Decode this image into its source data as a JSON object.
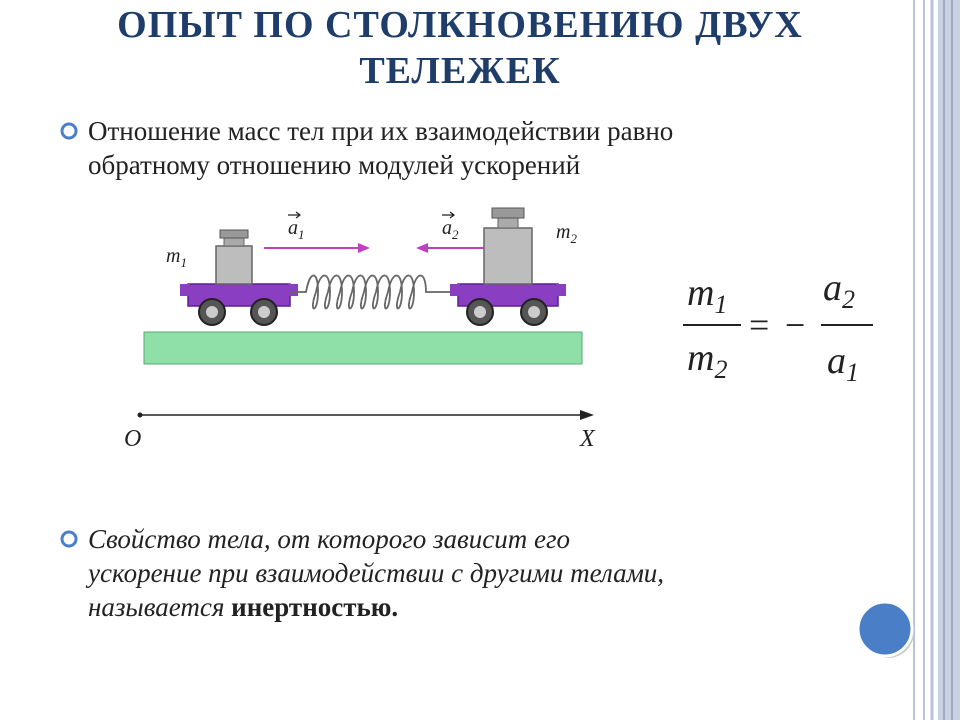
{
  "slide": {
    "title_line1": "ОПЫТ ПО СТОЛКНОВЕНИЮ ДВУХ",
    "title_line2": "ТЕЛЕЖЕК",
    "bullet1_line1": "Отношение масс тел при их взаимодействии равно",
    "bullet1_line2": "обратному отношению модулей ускорений",
    "bullet2_line1": "Свойство тела, от которого зависит его",
    "bullet2_line2": "ускорение при взаимодействии с другими телами,",
    "bullet2_line3_plain": "называется ",
    "bullet2_line3_bold": "инертностью."
  },
  "diagram": {
    "m1_label": "m",
    "m1_sub": "1",
    "m2_label": "m",
    "m2_sub": "2",
    "a1_label": "a",
    "a1_sub": "1",
    "a2_label": "a",
    "a2_sub": "2",
    "origin_label": "O",
    "axis_label": "X"
  },
  "formula": {
    "num_left": "m",
    "num_left_sub": "1",
    "den_left": "m",
    "den_left_sub": "2",
    "equals": "=",
    "minus": "−",
    "num_right": "a",
    "num_right_sub": "2",
    "den_right": "a",
    "den_right_sub": "1"
  },
  "colors": {
    "title": "#1f3d6b",
    "cart": "#8a3fc2",
    "track": "#8fe0a8",
    "arrow": "#c040c0",
    "circle": "#4a7fc8"
  }
}
